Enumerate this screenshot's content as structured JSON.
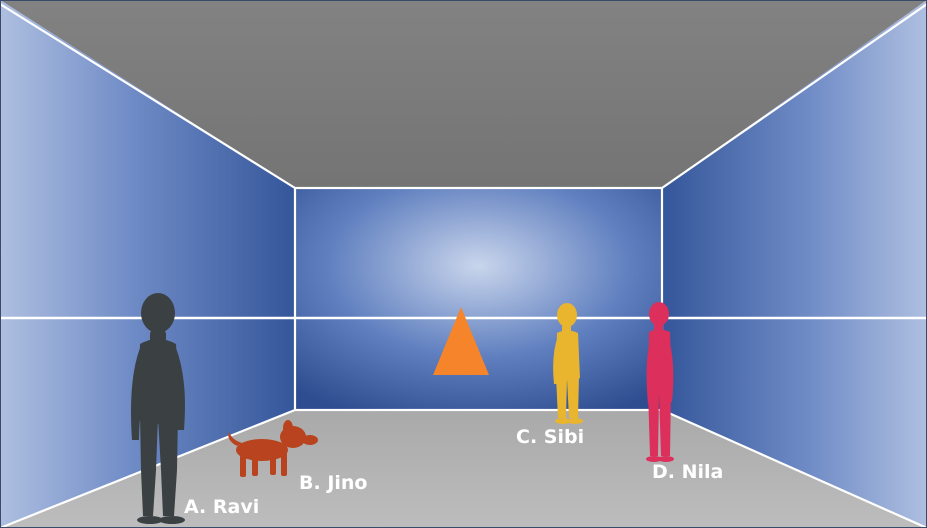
{
  "labels": {
    "ravi": "A. Ravi",
    "jino": "B. Jino",
    "sibi": "C. Sibi",
    "nila": "D. Nila"
  },
  "colors": {
    "ceiling": "#7a7a7a",
    "floor": "#b3b3b3",
    "wall_dark": "#2f4f92",
    "wall_light": "#c7d3ea",
    "edge_lines": "#ffffff",
    "cone": "#f5842a",
    "ravi": "#3a3f42",
    "jino": "#b8421f",
    "sibi": "#e8b52c",
    "nila": "#dc2f5c"
  }
}
